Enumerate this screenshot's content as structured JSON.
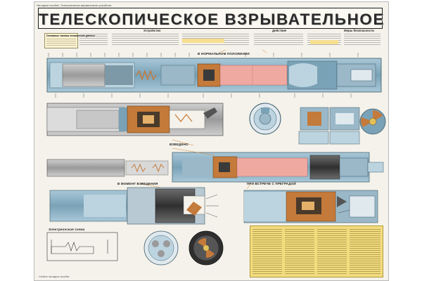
{
  "poster": {
    "title": "ТЕЛЕСКОПИЧЕСКОЕ ВЗРЫВАТЕЛЬНОЕ УСТРОЙСТВО",
    "top_note": "Наглядное пособие. Телескопическое взрывательное устройство.",
    "footer": "Учебное наглядное пособие"
  },
  "sections": {
    "design": "Устройство",
    "action": "Действие",
    "safety": "Меры безопасности"
  },
  "table": {
    "title": "Основные тактико-технические данные"
  },
  "captions": {
    "stowed": "В НОРМАЛЬНОМ ПОЛОЖЕНИИ",
    "cocked": "ВЗВЕДЕНО",
    "at_impact": "В МОМЕНТ ВЗВЕДЕНИЯ",
    "at_explosion": "ПРИ ВСТРЕЧЕ С ПРЕГРАДОЙ",
    "electric_diagram": "Электрическая схема"
  },
  "colors": {
    "poster_bg": "#f4f2ea",
    "steel_blue": "#8fb3c6",
    "steel_dark": "#5f7f91",
    "copper": "#c47a3a",
    "explosive_pink": "#f0a9a0",
    "charge_grey": "#4a4a4a",
    "legend_yellow": "#f3dc7e",
    "callout_orange": "#d9842f"
  }
}
